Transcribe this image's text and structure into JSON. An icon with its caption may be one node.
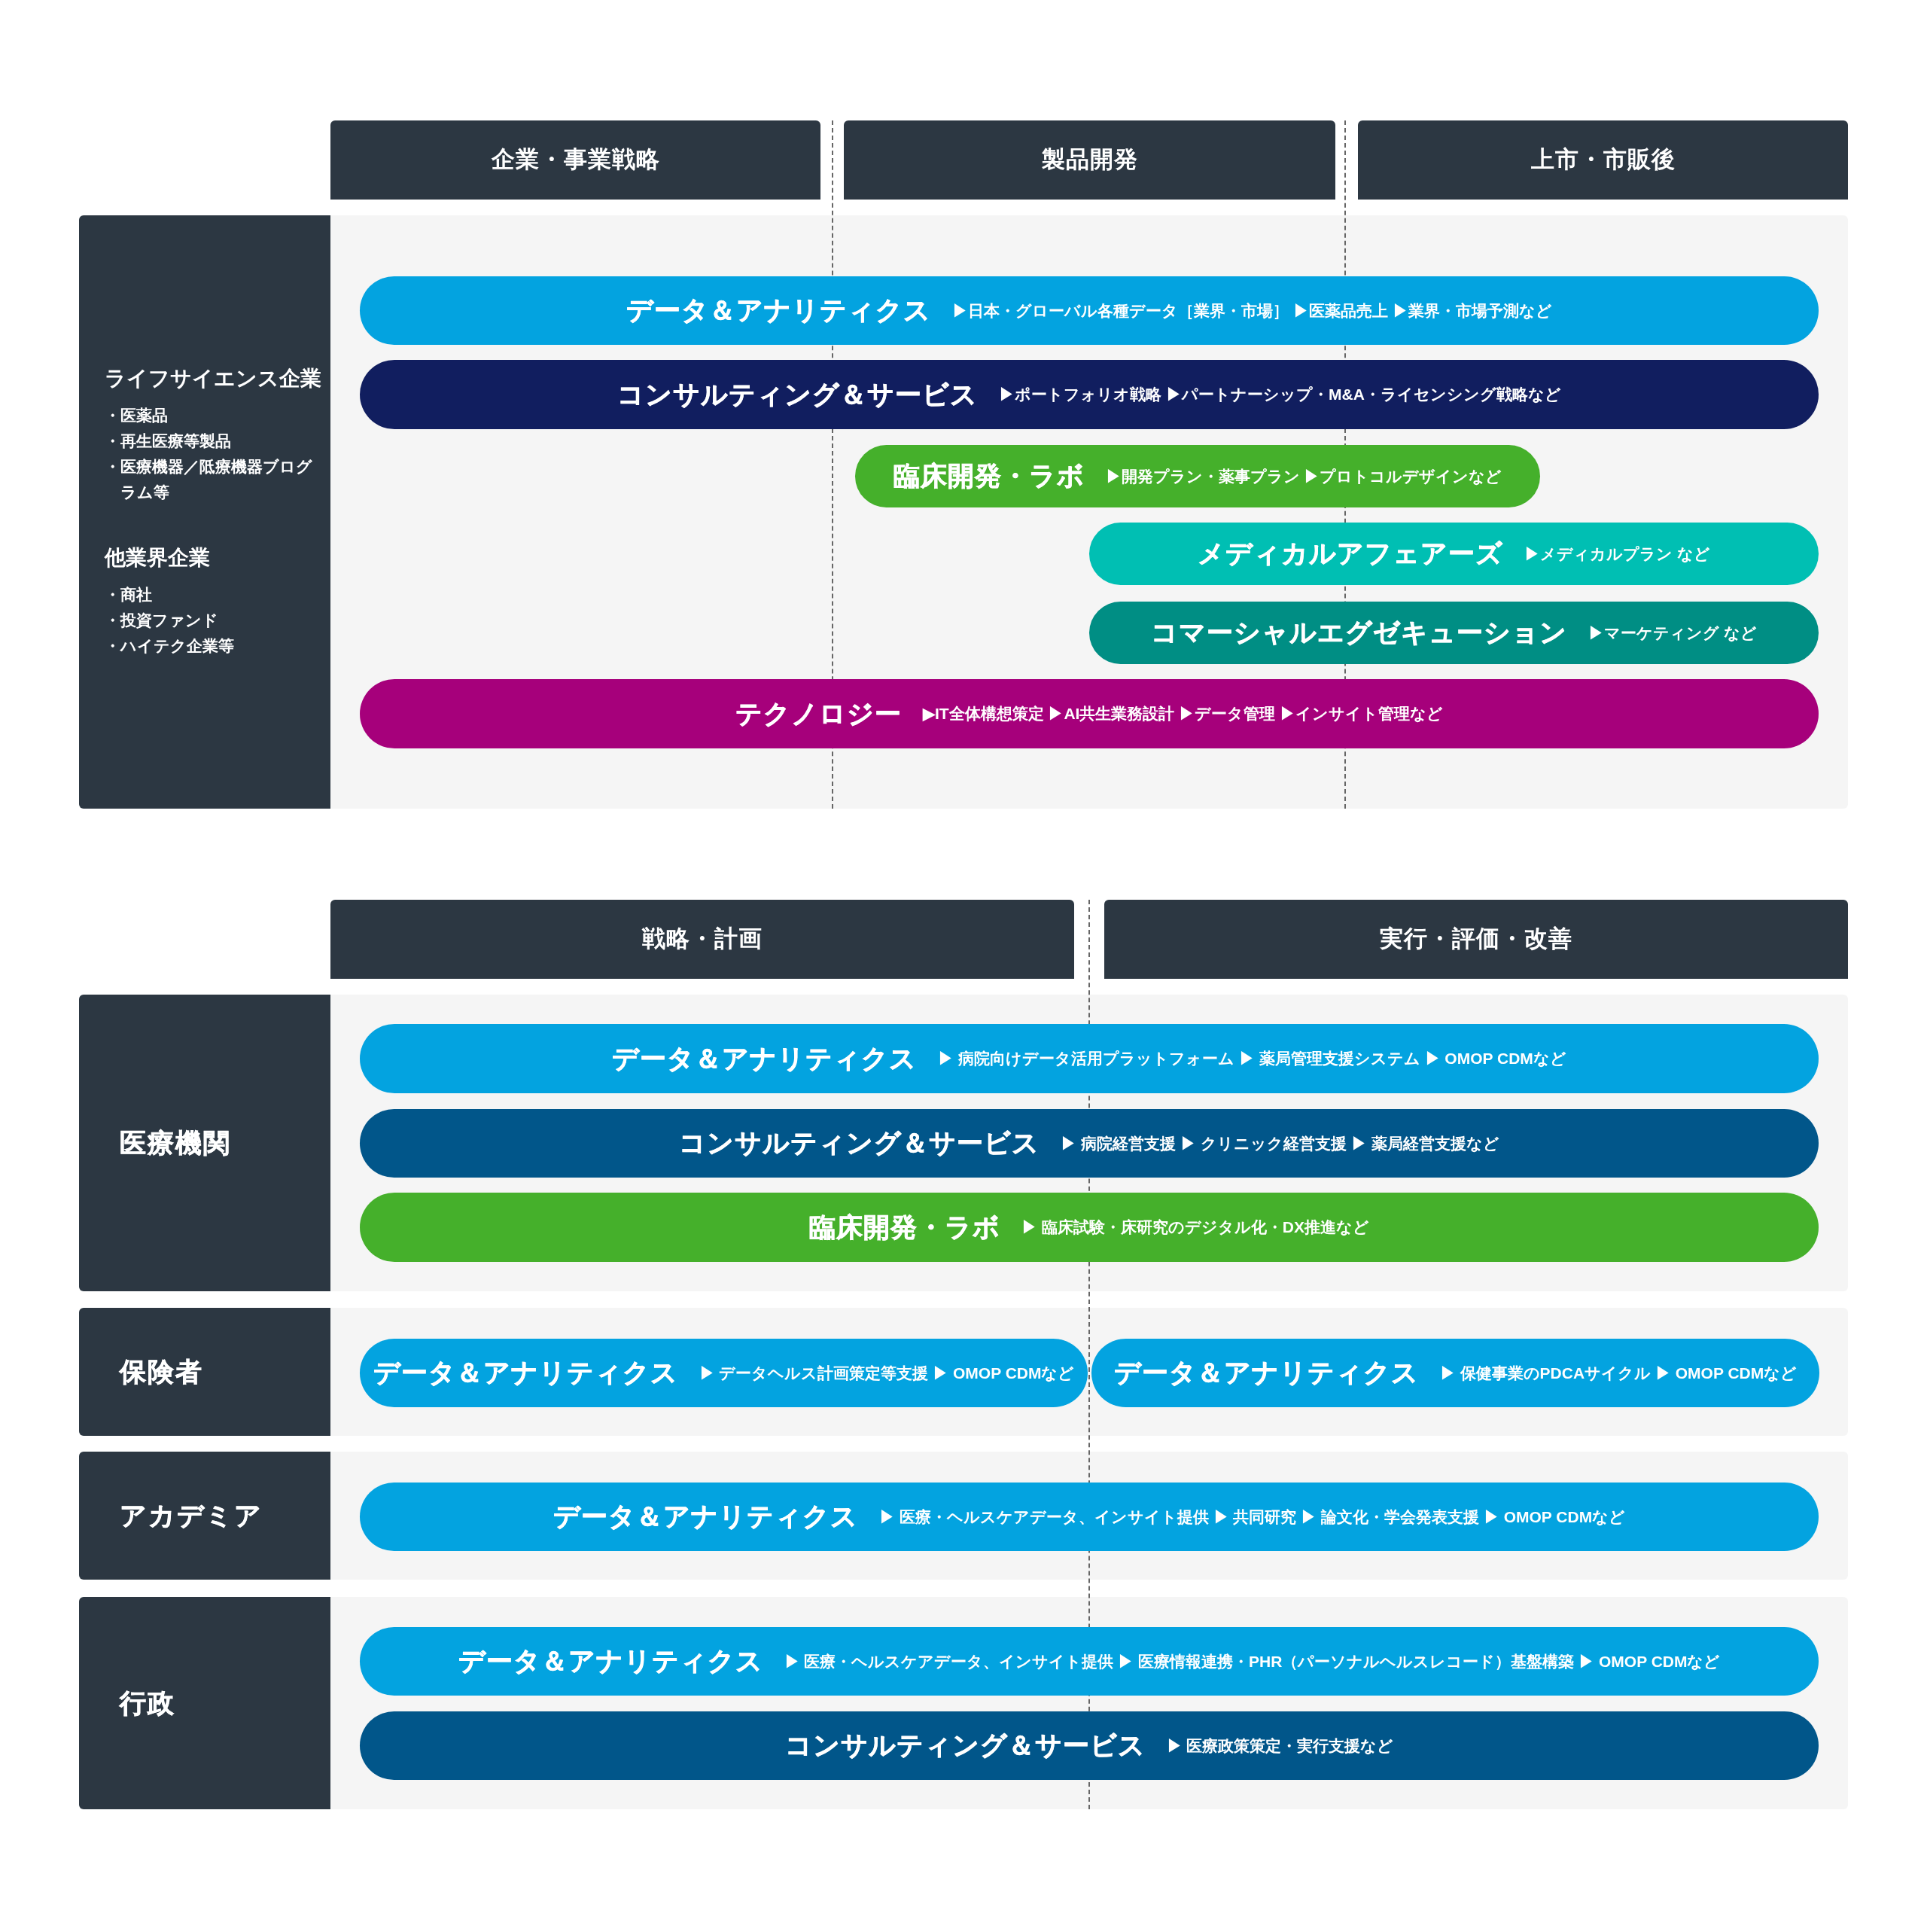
{
  "diagram": {
    "nodes": [
      {
        "text": [
          "企業・事業戦略"
        ]
      },
      {
        "text": [
          "製品開発"
        ]
      },
      {
        "text": [
          "上市・市販後"
        ]
      },
      {
        "text": [
          "ライフサイエンス企業",
          "・医薬品",
          "・再生医療等製品",
          "・医療機器／阺療機器ブログラム等",
          "他業界企業",
          "・商社",
          "・投資ファンド",
          "・ハイテク企業等"
        ]
      },
      {
        "text": [],
        "shape": "band"
      },
      {
        "text": [
          "データ＆アナリティクス",
          "▶日本・グローバル各種データ［業界・市場］ ▶医薬品売上 ▶業界・市場予測など"
        ],
        "in": 4
      },
      {
        "text": [
          "コンサルティング＆サービス",
          "▶ポートフォリオ戦略 ▶パートナーシップ・M&A・ライセンシング戦略など"
        ],
        "in": 4
      },
      {
        "text": [
          "臨床開発・ラボ",
          "▶開発プラン・薬事プラン ▶プロトコルデザインなど"
        ],
        "in": 4
      },
      {
        "text": [
          "メディカルアフェアーズ",
          "▶メディカルプラン など"
        ],
        "in": 4
      },
      {
        "text": [
          "コマーシャルエグゼキューション",
          "▶マーケティング など"
        ],
        "in": 4
      },
      {
        "text": [
          "テクノロジー",
          "▶IT全体構想策定 ▶AI共生業務設計 ▶データ管理 ▶インサイト管理など"
        ],
        "in": 4
      },
      {
        "text": [
          "戦略・計画"
        ]
      },
      {
        "text": [
          "実行・評価・改善"
        ]
      },
      {
        "text": [
          "医療機関"
        ]
      },
      {
        "text": [],
        "shape": "band"
      },
      {
        "text": [
          "データ＆アナリティクス",
          "▶ 病院向けデータ活用プラットフォーム ▶ 薬局管理支援システム ▶ OMOP CDMなど"
        ],
        "in": 14
      },
      {
        "text": [
          "コンサルティング＆サービス",
          "▶ 病院経営支援 ▶ クリニック経営支援 ▶ 薬局経営支援など"
        ],
        "in": 14
      },
      {
        "text": [
          "臨床開発・ラボ",
          "▶ 臨床試験・床研究のデジタル化・DX推進など"
        ],
        "in": 14
      },
      {
        "text": [
          "保険者"
        ]
      },
      {
        "text": [],
        "shape": "band"
      },
      {
        "text": [
          "データ＆アナリティクス",
          "▶ データヘルス計画策定等支援 ▶ OMOP CDMなど"
        ],
        "in": 19
      },
      {
        "text": [
          "データ＆アナリティクス",
          "▶ 保健事業のPDCAサイクル ▶ OMOP CDMなど"
        ],
        "in": 19
      },
      {
        "text": [
          "アカデミア"
        ]
      },
      {
        "text": [],
        "shape": "band"
      },
      {
        "text": [
          "データ＆アナリティクス",
          "▶ 医療・ヘルスケアデータ、インサイト提供 ▶ 共同研究 ▶ 論文化・学会発表支援 ▶ OMOP CDMなど"
        ],
        "in": 23
      },
      {
        "text": [
          "行政"
        ]
      },
      {
        "text": [],
        "shape": "band"
      },
      {
        "text": [
          "データ＆アナリティクス",
          "▶ 医療・ヘルスケアデータ、インサイト提供 ▶ 医療情報連携・PHR（パーソナルヘルスレコード）基盤構築 ▶ OMOP CDMなど"
        ],
        "in": 26
      },
      {
        "text": [
          "コンサルティング＆サービス",
          "▶ 医療政策策定・実行支援など"
        ],
        "in": 26
      }
    ]
  }
}
